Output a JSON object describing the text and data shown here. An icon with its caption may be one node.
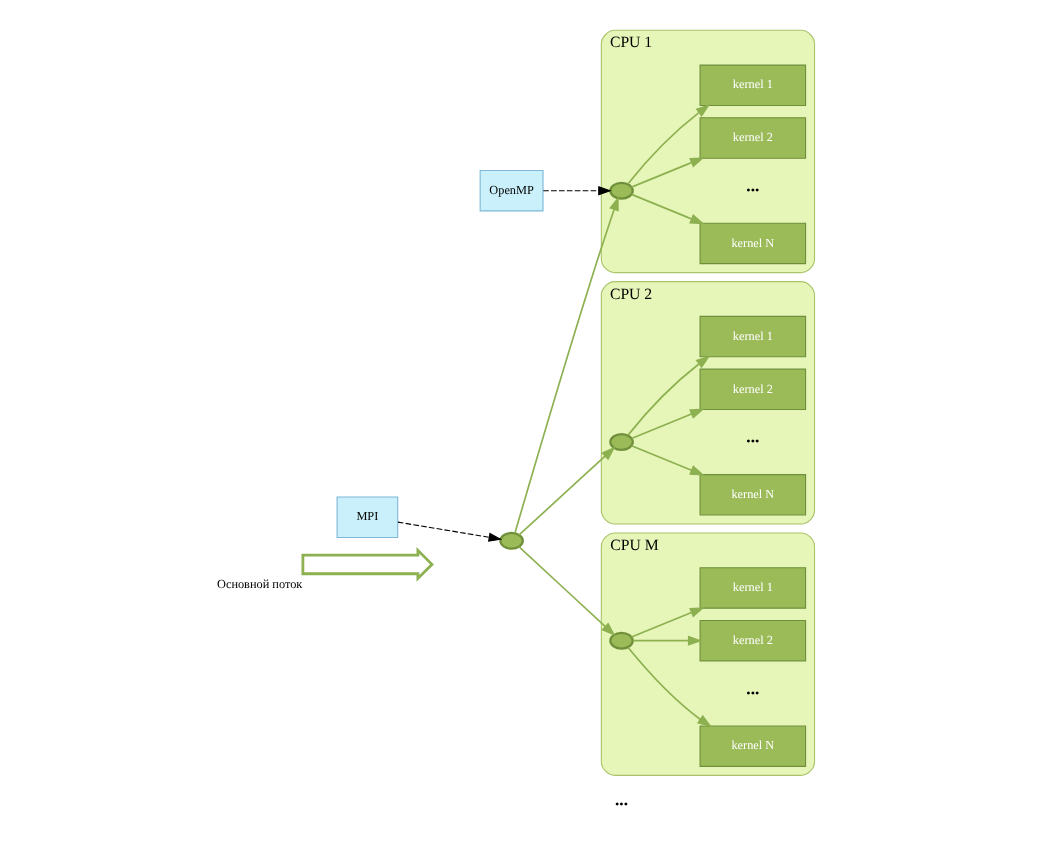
{
  "diagram": {
    "nodes": [
      {
        "text": [
          "OpenMP"
        ]
      },
      {
        "text": [
          "MPI"
        ]
      },
      {
        "text": [],
        "shape": "arrow",
        "beside": [
          "Основной поток"
        ]
      },
      {
        "text": [],
        "shape": "circle"
      },
      {
        "text": [
          "CPU 1"
        ]
      },
      {
        "text": [],
        "shape": "circle",
        "in": 4
      },
      {
        "text": [
          "kernel 1"
        ],
        "in": 4
      },
      {
        "text": [
          "kernel 2"
        ],
        "in": 4
      },
      {
        "text": [
          "kernel N"
        ],
        "in": 4
      },
      {
        "text": [
          "CPU 2"
        ]
      },
      {
        "text": [],
        "shape": "circle",
        "in": 9
      },
      {
        "text": [
          "kernel 1"
        ],
        "in": 9
      },
      {
        "text": [
          "kernel 2"
        ],
        "in": 9
      },
      {
        "text": [
          "kernel N"
        ],
        "in": 9
      },
      {
        "text": [
          "CPU M"
        ]
      },
      {
        "text": [],
        "shape": "circle",
        "in": 14
      },
      {
        "text": [
          "kernel 1"
        ],
        "in": 14
      },
      {
        "text": [
          "kernel 2"
        ],
        "in": 14
      },
      {
        "text": [
          "kernel N"
        ],
        "in": 14
      }
    ],
    "edges": [
      {
        "from": 1,
        "to": 3,
        "arrow": "to",
        "style": "dashed",
        "color": "#000000"
      },
      {
        "from": 0,
        "to": 5,
        "arrow": "to",
        "style": "dashed",
        "color": "#000000"
      },
      {
        "from": 3,
        "to": 5,
        "arrow": "to"
      },
      {
        "from": 3,
        "to": 10,
        "arrow": "to"
      },
      {
        "from": 3,
        "to": 15,
        "arrow": "to"
      },
      {
        "from": 5,
        "to": 6,
        "arrow": "to"
      },
      {
        "from": 5,
        "to": 7,
        "arrow": "to"
      },
      {
        "from": 5,
        "to": 8,
        "arrow": "to"
      },
      {
        "from": 10,
        "to": 11,
        "arrow": "to"
      },
      {
        "from": 10,
        "to": 12,
        "arrow": "to"
      },
      {
        "from": 10,
        "to": 13,
        "arrow": "to"
      },
      {
        "from": 15,
        "to": 16,
        "arrow": "to"
      },
      {
        "from": 15,
        "to": 17,
        "arrow": "to"
      },
      {
        "from": 15,
        "to": 18,
        "arrow": "to"
      }
    ],
    "labels": [
      "•••",
      "•••",
      "•••",
      "•••"
    ]
  }
}
